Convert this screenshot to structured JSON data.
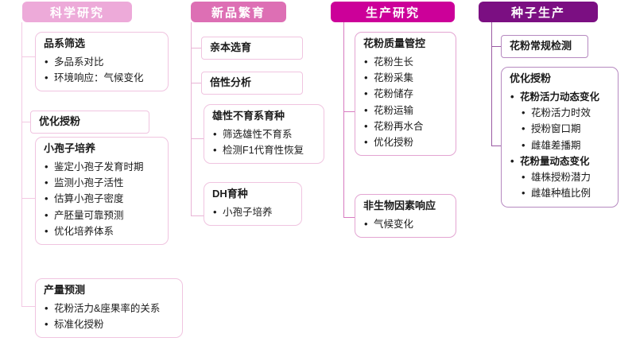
{
  "diagram": {
    "title": "",
    "columns": [
      {
        "id": "scientific-research",
        "header": "科学研究",
        "header_color": "#edaad9",
        "cards": [
          {
            "title": "品系筛选",
            "items": [
              "多品系对比",
              "环境响应：气候变化"
            ]
          },
          {
            "title": "优化授粉",
            "items": []
          },
          {
            "title": "小孢子培养",
            "items": [
              "鉴定小孢子发育时期",
              "监测小孢子活性",
              "估算小孢子密度",
              "产胚量可靠预测",
              "优化培养体系"
            ]
          },
          {
            "title": "产量预测",
            "items": [
              "花粉活力&座果率的关系",
              "标准化授粉"
            ]
          }
        ]
      },
      {
        "id": "new-variety-breeding",
        "header": "新品繁育",
        "header_color": "#dd6fb4",
        "cards": [
          {
            "title": "亲本选育",
            "items": []
          },
          {
            "title": "倍性分析",
            "items": []
          },
          {
            "title": "雄性不育系育种",
            "items": [
              "筛选雄性不育系",
              "检测F1代育性恢复"
            ]
          },
          {
            "title": "DH育种",
            "items": [
              "小孢子培养"
            ]
          }
        ]
      },
      {
        "id": "production-research",
        "header": "生产研究",
        "header_color": "#cc0099",
        "cards": [
          {
            "title": "花粉质量管控",
            "items": [
              "花粉生长",
              "花粉采集",
              "花粉储存",
              "花粉运输",
              "花粉再水合",
              "优化授粉"
            ]
          },
          {
            "title": "非生物因素响应",
            "items": [
              "气候变化"
            ]
          }
        ]
      },
      {
        "id": "seed-production",
        "header": "种子生产",
        "header_color": "#7b0f82",
        "cards": [
          {
            "title": "花粉常规检测",
            "items": []
          },
          {
            "title": "优化授粉",
            "groups": [
              {
                "label": "花粉活力动态变化",
                "children": [
                  "花粉活力时效",
                  "授粉窗口期",
                  "雌雄差播期"
                ]
              },
              {
                "label": "花粉量动态变化",
                "children": [
                  "雄株授粉潜力",
                  "雌雄种植比例"
                ]
              }
            ]
          }
        ]
      }
    ]
  }
}
